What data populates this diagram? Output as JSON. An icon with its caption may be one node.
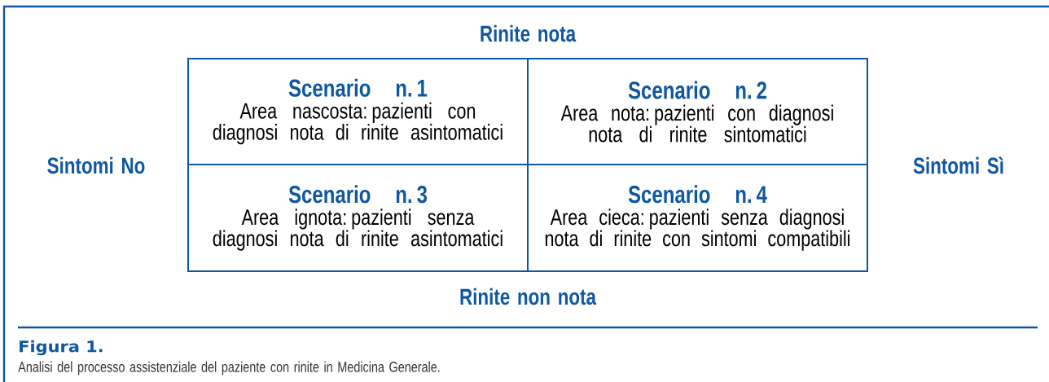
{
  "diagram": {
    "caption": "Analisi del processo assistenziale del paziente con rinite in Medicina Generale.",
    "nodes": [
      {
        "text": [
          "Scenario n. 1",
          "Area nascosta: pazienti con diagnosi nota di rinite asintomatici"
        ]
      },
      {
        "text": [
          "Scenario n. 2",
          "Area nota: pazienti con diagnosi nota di rinite sintomatici"
        ]
      },
      {
        "text": [
          "Scenario n. 3",
          "Area ignota: pazienti senza diagnosi nota di rinite asintomatici"
        ]
      },
      {
        "text": [
          "Scenario n. 4",
          "Area cieca: pazienti senza diagnosi nota di rinite con sintomi compatibili"
        ]
      }
    ],
    "labels": [
      "Rinite nota",
      "Sintomi No",
      "Sintomi Sì",
      "Rinite non nota",
      "Figura 1."
    ]
  }
}
